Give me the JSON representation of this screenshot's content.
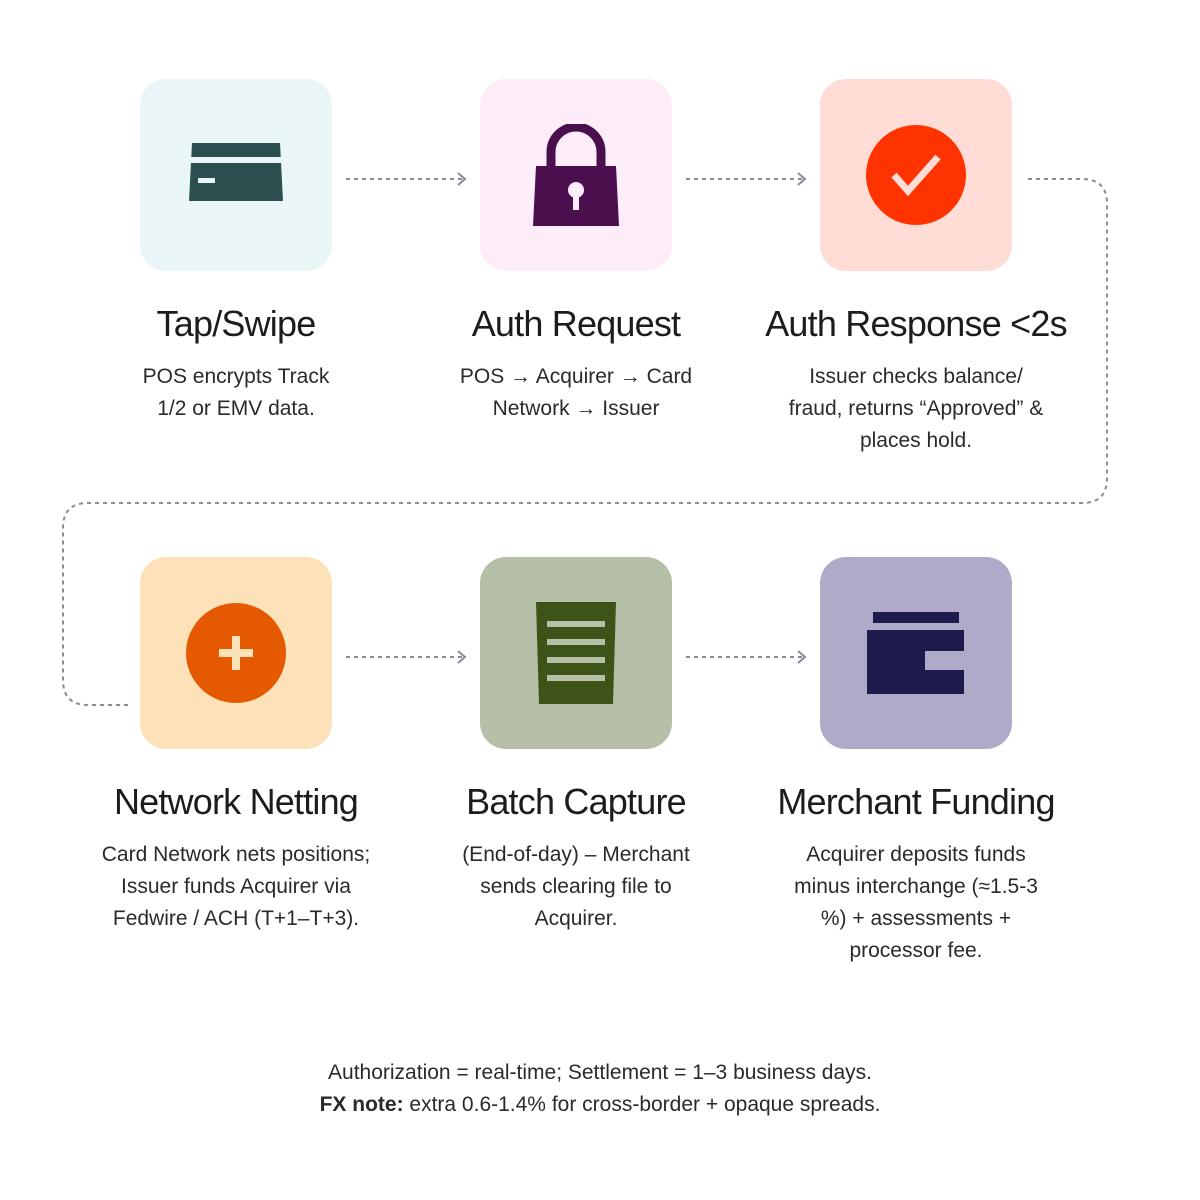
{
  "steps": [
    {
      "title": "Tap/Swipe",
      "desc": [
        "POS encrypts Track",
        "1/2 or EMV data."
      ],
      "icon": "credit-card-icon",
      "tile_color": "#e9f5f6",
      "icon_color": "#2c4f50"
    },
    {
      "title": "Auth Request",
      "desc": [
        "POS → Acquirer → Card",
        "Network → Issuer"
      ],
      "icon": "padlock-icon",
      "tile_color": "#fcedf9",
      "icon_color": "#4b0f4e"
    },
    {
      "title": "Auth Response <2s",
      "desc": [
        "Issuer checks balance/",
        "fraud, returns “Approved” &",
        "places hold."
      ],
      "icon": "checkmark-icon",
      "tile_color": "#ffdcd6",
      "icon_color": "#ff3300"
    },
    {
      "title": "Network Netting",
      "desc": [
        "Card Network nets positions;",
        "Issuer funds Acquirer via",
        "Fedwire / ACH (T+1–T+3)."
      ],
      "icon": "plus-icon",
      "tile_color": "#fde2b9",
      "icon_color": "#e55a00"
    },
    {
      "title": "Batch Capture",
      "desc": [
        "(End-of-day) – Merchant",
        "sends clearing file to",
        "Acquirer."
      ],
      "icon": "document-icon",
      "tile_color": "#b6bfa7",
      "icon_color": "#3e5318"
    },
    {
      "title": "Merchant Funding",
      "desc": [
        "Acquirer deposits funds",
        "minus interchange (≈1.5-3",
        "%) + assessments +",
        "processor fee."
      ],
      "icon": "wallet-icon",
      "tile_color": "#aeaac8",
      "icon_color": "#1d1b4d"
    }
  ],
  "footer": {
    "line1": "Authorization = real-time; Settlement = 1–3 business days.",
    "fx_label": "FX note:",
    "fx_text": " extra 0.6-1.4% for cross-border + opaque spreads."
  },
  "colors": {
    "connector": "#8a8a9a",
    "text": "#2a2a2a"
  }
}
